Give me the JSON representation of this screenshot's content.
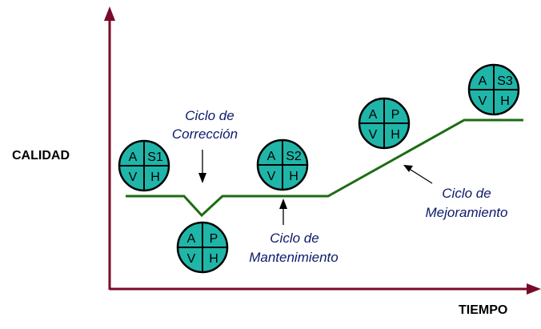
{
  "axes": {
    "y_label": "CALIDAD",
    "x_label": "TIEMPO"
  },
  "annotations": {
    "correction": {
      "line1": "Ciclo de",
      "line2": "Corrección"
    },
    "maintenance": {
      "line1": "Ciclo de",
      "line2": "Mantenimiento"
    },
    "improvement": {
      "line1": "Ciclo de",
      "line2": "Mejoramiento"
    }
  },
  "cycles": {
    "s1": {
      "top_left": "A",
      "top_right": "S1",
      "bottom_left": "V",
      "bottom_right": "H"
    },
    "correction": {
      "top_left": "A",
      "top_right": "P",
      "bottom_left": "V",
      "bottom_right": "H"
    },
    "s2": {
      "top_left": "A",
      "top_right": "S2",
      "bottom_left": "V",
      "bottom_right": "H"
    },
    "improvement": {
      "top_left": "A",
      "top_right": "P",
      "bottom_left": "V",
      "bottom_right": "H"
    },
    "s3": {
      "top_left": "A",
      "top_right": "S3",
      "bottom_left": "V",
      "bottom_right": "H"
    }
  },
  "colors": {
    "circle_fill": "#1fb5a8",
    "quality_line": "#1d6b14",
    "annotation_text": "#0d1a6b",
    "axis": "#7a0a2a"
  }
}
